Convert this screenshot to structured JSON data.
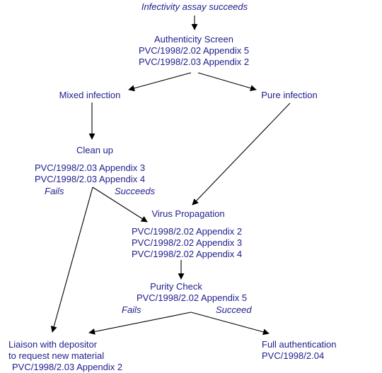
{
  "nodes": {
    "start": "Infectivity assay succeeds",
    "auth": [
      "Authenticity Screen",
      "PVC/1998/2.02 Appendix 5",
      "PVC/1998/2.03 Appendix 2"
    ],
    "mixed": "Mixed infection",
    "pure": "Pure infection",
    "cleanup": [
      "Clean up",
      "PVC/1998/2.03 Appendix 3",
      "PVC/1998/2.03 Appendix 4"
    ],
    "propagation": [
      "Virus Propagation",
      "PVC/1998/2.02 Appendix 2",
      "PVC/1998/2.02 Appendix 3",
      "PVC/1998/2.02 Appendix 4"
    ],
    "purity": [
      "Purity Check",
      "PVC/1998/2.02 Appendix 5"
    ],
    "liaison": [
      "Liaison with depositor",
      "to request new material",
      "PVC/1998/2.03 Appendix 2"
    ],
    "full": [
      "Full authentication",
      "PVC/1998/2.04"
    ]
  },
  "edge_labels": {
    "cleanup_fails": "Fails",
    "cleanup_succeeds": "Succeeds",
    "purity_fails": "Fails",
    "purity_succeed": "Succeed"
  }
}
